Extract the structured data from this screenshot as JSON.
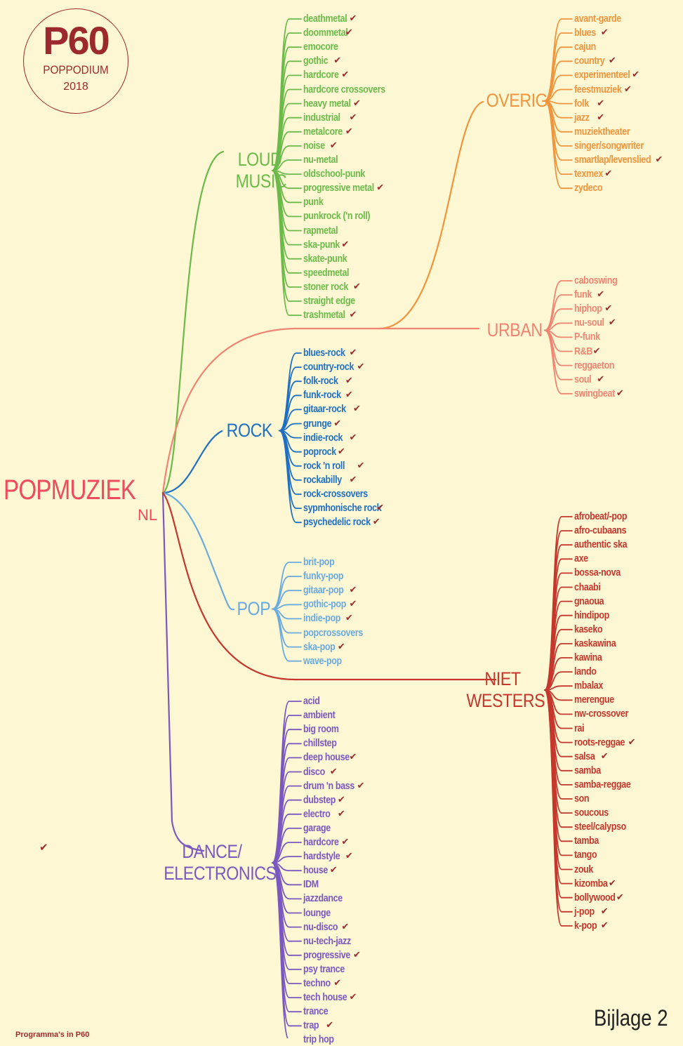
{
  "logo": {
    "main": "P60",
    "sub": "POPPODIUM",
    "year": "2018"
  },
  "root": {
    "label": "POPMUZIEK",
    "sub": "NL",
    "color": "#ee4b5f"
  },
  "check_color": "#9c2a2c",
  "legend_check": "✔",
  "footer": "Programma's in P60",
  "bijlage": "Bijlage 2",
  "categories": [
    {
      "key": "loud",
      "label": [
        "LOUD",
        "MUSIC"
      ],
      "color": "#6bba4a",
      "items": [
        [
          "deathmetal",
          1
        ],
        [
          "doommetal",
          1
        ],
        [
          "emocore",
          0
        ],
        [
          "gothic",
          1
        ],
        [
          "hardcore",
          1
        ],
        [
          "hardcore crossovers",
          0
        ],
        [
          "heavy metal",
          1
        ],
        [
          "industrial",
          1
        ],
        [
          "metalcore",
          1
        ],
        [
          "noise",
          1
        ],
        [
          "nu-metal",
          0
        ],
        [
          "oldschool-punk",
          0
        ],
        [
          "progressive metal",
          1
        ],
        [
          "punk",
          0
        ],
        [
          "punkrock ('n roll)",
          0
        ],
        [
          "rapmetal",
          0
        ],
        [
          "ska-punk",
          1
        ],
        [
          "skate-punk",
          0
        ],
        [
          "speedmetal",
          0
        ],
        [
          "stoner rock",
          1
        ],
        [
          "straight edge",
          0
        ],
        [
          "trashmetal",
          1
        ]
      ]
    },
    {
      "key": "rock",
      "label": [
        "ROCK"
      ],
      "color": "#1f6fc4",
      "items": [
        [
          "blues-rock",
          1
        ],
        [
          "country-rock",
          1
        ],
        [
          "folk-rock",
          1
        ],
        [
          "funk-rock",
          1
        ],
        [
          "gitaar-rock",
          1
        ],
        [
          "grunge",
          1
        ],
        [
          "indie-rock",
          1
        ],
        [
          "poprock",
          1
        ],
        [
          "rock 'n roll",
          1
        ],
        [
          "rockabilly",
          1
        ],
        [
          "rock-crossovers",
          0
        ],
        [
          "sypmhonische rock",
          1
        ],
        [
          "psychedelic rock",
          1
        ]
      ]
    },
    {
      "key": "pop",
      "label": [
        "POP"
      ],
      "color": "#6aaae0",
      "items": [
        [
          "brit-pop",
          0
        ],
        [
          "funky-pop",
          0
        ],
        [
          "gitaar-pop",
          1
        ],
        [
          "gothic-pop",
          1
        ],
        [
          "indie-pop",
          1
        ],
        [
          "popcrossovers",
          0
        ],
        [
          "ska-pop",
          1
        ],
        [
          "wave-pop",
          0
        ]
      ]
    },
    {
      "key": "dance",
      "label": [
        "DANCE/",
        "ELECTRONICS"
      ],
      "color": "#7b58c0",
      "items": [
        [
          "acid",
          0
        ],
        [
          "ambient",
          0
        ],
        [
          "big room",
          0
        ],
        [
          "chillstep",
          0
        ],
        [
          "deep house",
          1
        ],
        [
          "disco",
          1
        ],
        [
          "drum 'n bass",
          1
        ],
        [
          "dubstep",
          1
        ],
        [
          "electro",
          1
        ],
        [
          "garage",
          0
        ],
        [
          "hardcore",
          1
        ],
        [
          "hardstyle",
          1
        ],
        [
          "house",
          1
        ],
        [
          "IDM",
          0
        ],
        [
          "jazzdance",
          0
        ],
        [
          "lounge",
          0
        ],
        [
          "nu-disco",
          1
        ],
        [
          "nu-tech-jazz",
          0
        ],
        [
          "progressive",
          1
        ],
        [
          "psy trance",
          0
        ],
        [
          "techno",
          1
        ],
        [
          "tech house",
          1
        ],
        [
          "trance",
          0
        ],
        [
          "trap",
          1
        ],
        [
          "trip hop",
          0
        ]
      ]
    },
    {
      "key": "overig",
      "label": [
        "OVERIG"
      ],
      "color": "#f0953d",
      "items": [
        [
          "avant-garde",
          0
        ],
        [
          "blues",
          1
        ],
        [
          "cajun",
          0
        ],
        [
          "country",
          1
        ],
        [
          "experimenteel",
          1
        ],
        [
          "feestmuziek",
          1
        ],
        [
          "folk",
          1
        ],
        [
          "jazz",
          1
        ],
        [
          "muziektheater",
          0
        ],
        [
          "singer/songwriter",
          0
        ],
        [
          "smartlap/levenslied",
          1
        ],
        [
          "texmex",
          1
        ],
        [
          "zydeco",
          0
        ]
      ]
    },
    {
      "key": "urban",
      "label": [
        "URBAN"
      ],
      "color": "#f08472",
      "items": [
        [
          "caboswing",
          0
        ],
        [
          "funk",
          1
        ],
        [
          "hiphop",
          1
        ],
        [
          "nu-soul",
          1
        ],
        [
          "P-funk",
          0
        ],
        [
          "R&B",
          1
        ],
        [
          "reggaeton",
          0
        ],
        [
          "soul",
          1
        ],
        [
          "swingbeat",
          1
        ]
      ]
    },
    {
      "key": "niet",
      "label": [
        "NIET",
        "WESTERS"
      ],
      "color": "#c5372d",
      "items": [
        [
          "afrobeat/-pop",
          0
        ],
        [
          "afro-cubaans",
          0
        ],
        [
          "authentic ska",
          0
        ],
        [
          "axe",
          0
        ],
        [
          "bossa-nova",
          0
        ],
        [
          "chaabi",
          0
        ],
        [
          "gnaoua",
          0
        ],
        [
          "hindipop",
          0
        ],
        [
          "kaseko",
          0
        ],
        [
          "kaskawina",
          0
        ],
        [
          "kawina",
          0
        ],
        [
          "lando",
          0
        ],
        [
          "mbalax",
          0
        ],
        [
          "merengue",
          0
        ],
        [
          "nw-crossover",
          0
        ],
        [
          "rai",
          0
        ],
        [
          "roots-reggae",
          1
        ],
        [
          "salsa",
          1
        ],
        [
          "samba",
          0
        ],
        [
          "samba-reggae",
          0
        ],
        [
          "son",
          0
        ],
        [
          "soucous",
          0
        ],
        [
          "steel/calypso",
          0
        ],
        [
          "tamba",
          0
        ],
        [
          "tango",
          0
        ],
        [
          "zouk",
          0
        ],
        [
          "kizomba",
          1
        ],
        [
          "bollywood",
          1
        ],
        [
          "j-pop",
          1
        ],
        [
          "k-pop",
          1
        ]
      ]
    }
  ]
}
